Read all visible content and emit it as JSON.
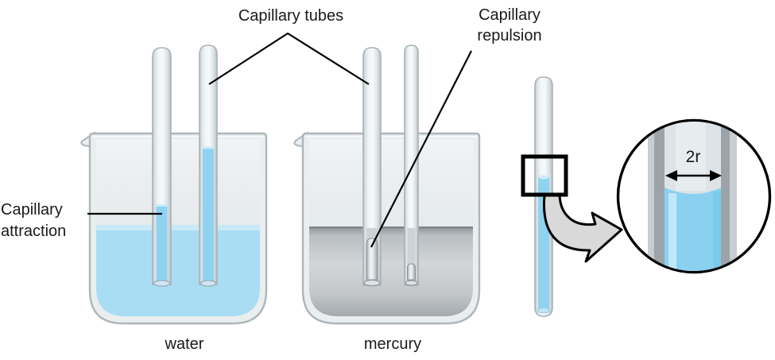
{
  "labels": {
    "capillary_tubes": "Capillary tubes",
    "capillary_repulsion": "Capillary repulsion",
    "capillary_attraction": "Capillary attraction",
    "water": "water",
    "mercury": "mercury",
    "tube_diameter": "2r"
  },
  "colors": {
    "label_text": "#1a1a1a",
    "line_black": "#000000",
    "water_blue": "#a9ddf3",
    "water_surface": "#c9e9f8",
    "tube_water_blue": "#8fd3f0",
    "magnified_water_blue": "#8ad1f0",
    "mercury_dark": "#7e8489",
    "mercury_body": "#c3c7ca",
    "glass_fill": "#eaeeef",
    "glass_edge": "#aeb6bb",
    "arrow_gray": "#d9d9d9"
  }
}
